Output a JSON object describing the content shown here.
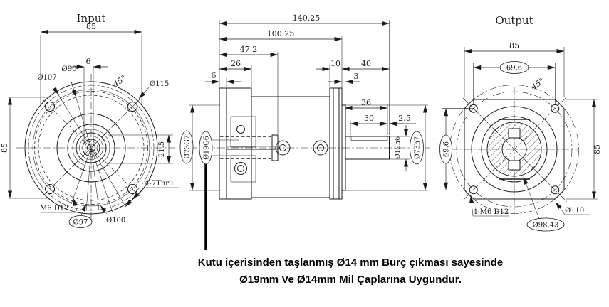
{
  "colors": {
    "line": "#1b1b1b",
    "background": "#ffffff",
    "note_text": "#000000"
  },
  "input_view": {
    "title": "Input",
    "dim_width": "85",
    "dim_slot": "6",
    "label_d90": "Ø90",
    "label_d107": "Ø107",
    "label_angle": "45°",
    "label_d115": "Ø115",
    "dim_height": "85",
    "dim_offset": "21.5",
    "label_tapped": "M6 D12",
    "label_d97": "Ø97",
    "label_d100": "Ø100",
    "label_thru_holes": "4-7Thru"
  },
  "side_view": {
    "dim_total_length": "140.25",
    "dim_body_length": "100.25",
    "dim_input_depth": "47.2",
    "dim_input_flange": "26",
    "dim_input_plate": "6",
    "dim_output_flange": "10",
    "dim_shaft_length": "40",
    "dim_spigot": "3",
    "dim_keyway_end": "36",
    "dim_keyway": "30",
    "dim_shaft_tip": "2.5",
    "label_input_pilot": "Ø73G7",
    "label_input_bore": "Ø19G6",
    "label_shaft_fit": "Ø19h6",
    "label_output_pilot": "Ø73h7"
  },
  "output_view": {
    "title": "Output",
    "dim_width": "85",
    "dim_holes_width": "69.6",
    "label_angle": "45°",
    "dim_holes_height": "69.6",
    "dim_height": "85",
    "label_tapped_holes": "4-M6 D12",
    "label_bolt_circle": "Ø98.43",
    "label_d110": "Ø110"
  },
  "note": {
    "line1": "Kutu içerisinden taşlanmış Ø14 mm Burç çıkması sayesinde",
    "line2": "Ø19mm Ve Ø14mm Mil Çaplarına Uygundur."
  }
}
